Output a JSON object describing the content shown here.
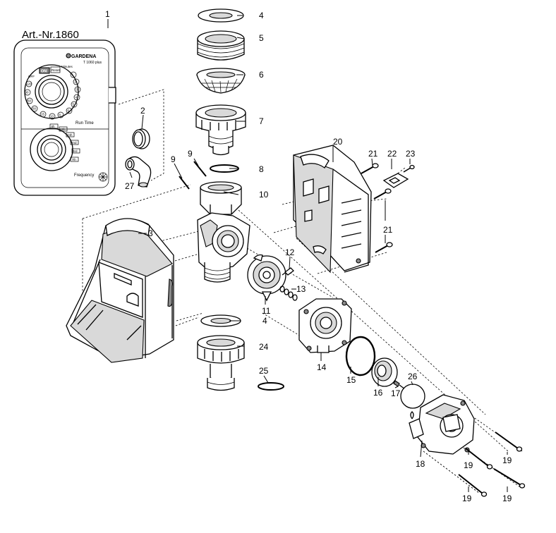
{
  "diagram": {
    "article_number": "Art.-Nr.1860",
    "brand": "GARDENA",
    "model": "T 1060 plus",
    "panel": {
      "on_label": "ON",
      "reset_label": "Reset",
      "minutes_label": "Minutes",
      "off_label": "OFF",
      "run_time_label": "Run Time",
      "frequency_label": "Frequency",
      "run_time_ticks": [
        "120",
        "90",
        "60",
        "30",
        "15",
        "10",
        "1",
        "2",
        "3",
        "4",
        "5",
        "6",
        "8"
      ],
      "frequency_ticks": [
        "8h",
        "12h",
        "24h",
        "2nd",
        "3rd",
        "7th"
      ]
    },
    "parts": [
      {
        "id": "p1",
        "label": "1"
      },
      {
        "id": "p2",
        "label": "2"
      },
      {
        "id": "p3",
        "label": "3"
      },
      {
        "id": "p4a",
        "label": "4"
      },
      {
        "id": "p4b",
        "label": "4"
      },
      {
        "id": "p5",
        "label": "5"
      },
      {
        "id": "p6",
        "label": "6"
      },
      {
        "id": "p7",
        "label": "7"
      },
      {
        "id": "p8",
        "label": "8"
      },
      {
        "id": "p9a",
        "label": "9"
      },
      {
        "id": "p9b",
        "label": "9"
      },
      {
        "id": "p10",
        "label": "10"
      },
      {
        "id": "p11",
        "label": "11"
      },
      {
        "id": "p12",
        "label": "12"
      },
      {
        "id": "p13",
        "label": "13"
      },
      {
        "id": "p14",
        "label": "14"
      },
      {
        "id": "p15",
        "label": "15"
      },
      {
        "id": "p16",
        "label": "16"
      },
      {
        "id": "p17",
        "label": "17"
      },
      {
        "id": "p18",
        "label": "18"
      },
      {
        "id": "p19a",
        "label": "19"
      },
      {
        "id": "p19b",
        "label": "19"
      },
      {
        "id": "p19c",
        "label": "19"
      },
      {
        "id": "p19d",
        "label": "19"
      },
      {
        "id": "p20",
        "label": "20"
      },
      {
        "id": "p21a",
        "label": "21"
      },
      {
        "id": "p21b",
        "label": "21"
      },
      {
        "id": "p22",
        "label": "22"
      },
      {
        "id": "p23",
        "label": "23"
      },
      {
        "id": "p24",
        "label": "24"
      },
      {
        "id": "p25",
        "label": "25"
      },
      {
        "id": "p26",
        "label": "26"
      },
      {
        "id": "p27",
        "label": "27"
      }
    ]
  }
}
